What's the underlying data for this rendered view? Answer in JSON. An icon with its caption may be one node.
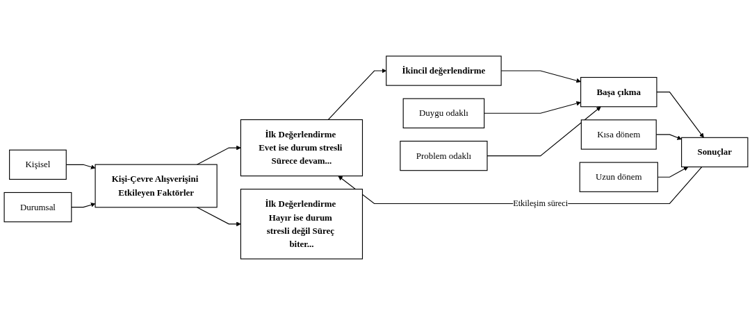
{
  "diagram": {
    "nodes": [
      {
        "text": [
          "Kişisel"
        ]
      },
      {
        "text": [
          "Kişi-Çevre Alışverişini Etkileyen Faktörler"
        ]
      },
      {
        "text": [
          "Durumsal"
        ]
      },
      {
        "text": [
          "İlk Değerlendirme Evet ise durum stresli Sürece devam..."
        ]
      },
      {
        "text": [
          "İlk Değerlendirme Hayır ise durum stresli değil Süreç biter..."
        ]
      },
      {
        "text": [
          "İkincil değerlendirme"
        ]
      },
      {
        "text": [
          "Duygu odaklı"
        ]
      },
      {
        "text": [
          "Başa çıkma"
        ]
      },
      {
        "text": [
          "Problem odaklı"
        ]
      },
      {
        "text": [
          "Kısa dönem"
        ]
      },
      {
        "text": [
          "Sonuçlar"
        ]
      },
      {
        "text": [
          "Uzun dönem"
        ]
      }
    ],
    "edges": [
      {
        "from": 0,
        "to": 1,
        "arrow": "to"
      },
      {
        "from": 2,
        "to": 1,
        "arrow": "to"
      },
      {
        "from": 1,
        "to": 3,
        "arrow": "to"
      },
      {
        "from": 1,
        "to": 4,
        "arrow": "to"
      },
      {
        "from": 3,
        "to": 5,
        "arrow": "to"
      },
      {
        "from": 5,
        "to": 7,
        "arrow": "to"
      },
      {
        "from": 6,
        "to": 7,
        "arrow": "to"
      },
      {
        "from": 8,
        "to": 7,
        "arrow": "to"
      },
      {
        "from": 7,
        "to": 10,
        "arrow": "to"
      },
      {
        "from": 9,
        "to": 10,
        "arrow": "to"
      },
      {
        "from": 11,
        "to": 10,
        "arrow": "to"
      },
      {
        "from": 10,
        "to": 3,
        "label": "Etkileşim süreci",
        "arrow": "to"
      }
    ]
  }
}
